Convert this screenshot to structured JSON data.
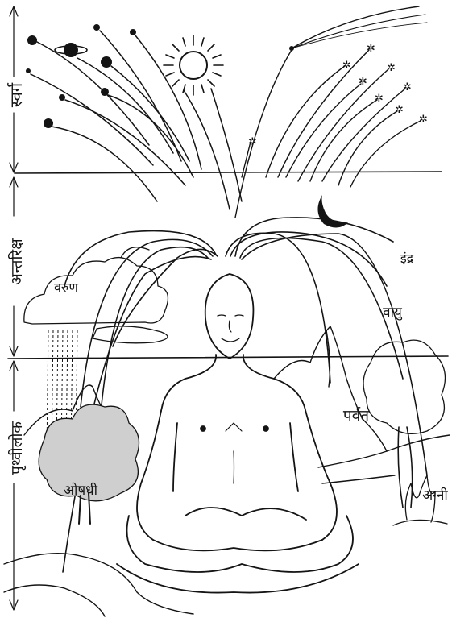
{
  "regions": {
    "top": "स्वर्ग",
    "middle": "अन्तरिक्ष",
    "bottom": "पृथ्वीलोक"
  },
  "labels": {
    "indra": "इंद्र",
    "varun": "वरुण",
    "vayu": "वायु",
    "parvat": "पर्वत",
    "oshadhi": "ओषधी",
    "agni": "अग्नी"
  },
  "colors": {
    "ink": "#141414",
    "paper": "#ffffff"
  }
}
